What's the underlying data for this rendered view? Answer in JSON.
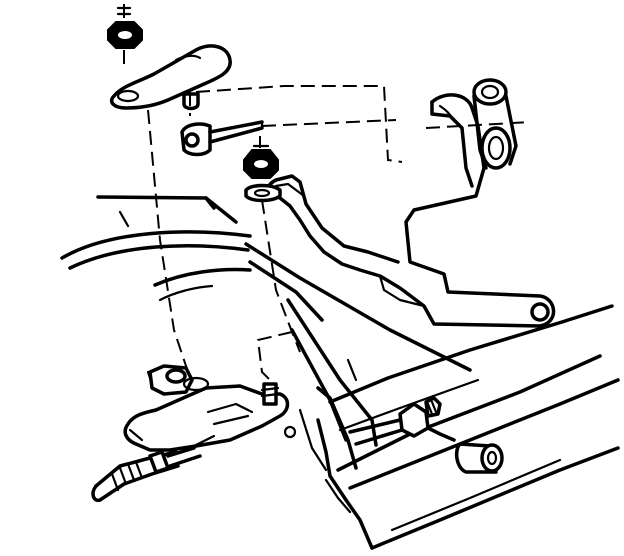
{
  "diagram": {
    "type": "exploded-view line drawing",
    "colors": {
      "ink": "#000000",
      "background": "#ffffff"
    },
    "parts": [
      "top-nut-left",
      "upper-lever-arm",
      "ball-stud-connector",
      "top-nut-right",
      "mounting-bracket",
      "body-panel",
      "lower-lever-assembly",
      "cable-harness",
      "cable-end-stud",
      "cylindrical-bushing"
    ]
  }
}
